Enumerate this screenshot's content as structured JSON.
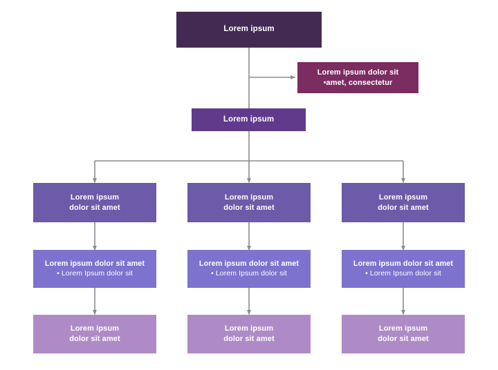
{
  "diagram": {
    "title": "Lorem ipsum organizational flowchart",
    "background": "#ffffff",
    "connector_color": "#8b8b93",
    "palette": {
      "root": "#422a52",
      "callout": "#7b2c60",
      "level2": "#603a8b",
      "branch": "#6b5ba8",
      "detail": "#7d72ce",
      "leaf": "#ae8bc6",
      "text": "#ffffff"
    },
    "nodes": {
      "root": {
        "line1": "Lorem ipsum"
      },
      "callout": {
        "line1": "Lorem ipsum dolor sit",
        "line2": "•amet, consectetur"
      },
      "level2": {
        "line1": "Lorem ipsum"
      },
      "branch_left": {
        "line1": "Lorem ipsum",
        "line2": "dolor sit amet"
      },
      "branch_center": {
        "line1": "Lorem ipsum",
        "line2": "dolor sit amet"
      },
      "branch_right": {
        "line1": "Lorem ipsum",
        "line2": "dolor sit amet"
      },
      "detail_left": {
        "line1": "Lorem ipsum dolor sit amet",
        "line2": "• Lorem Ipsum dolor sit"
      },
      "detail_center": {
        "line1": "Lorem ipsum dolor sit amet",
        "line2": "• Lorem Ipsum dolor sit"
      },
      "detail_right": {
        "line1": "Lorem ipsum dolor sit amet",
        "line2": "• Lorem Ipsum dolor sit"
      },
      "leaf_left": {
        "line1": "Lorem ipsum",
        "line2": "dolor sit amet"
      },
      "leaf_center": {
        "line1": "Lorem ipsum",
        "line2": "dolor sit amet"
      },
      "leaf_right": {
        "line1": "Lorem ipsum",
        "line2": "dolor sit amet"
      }
    }
  }
}
